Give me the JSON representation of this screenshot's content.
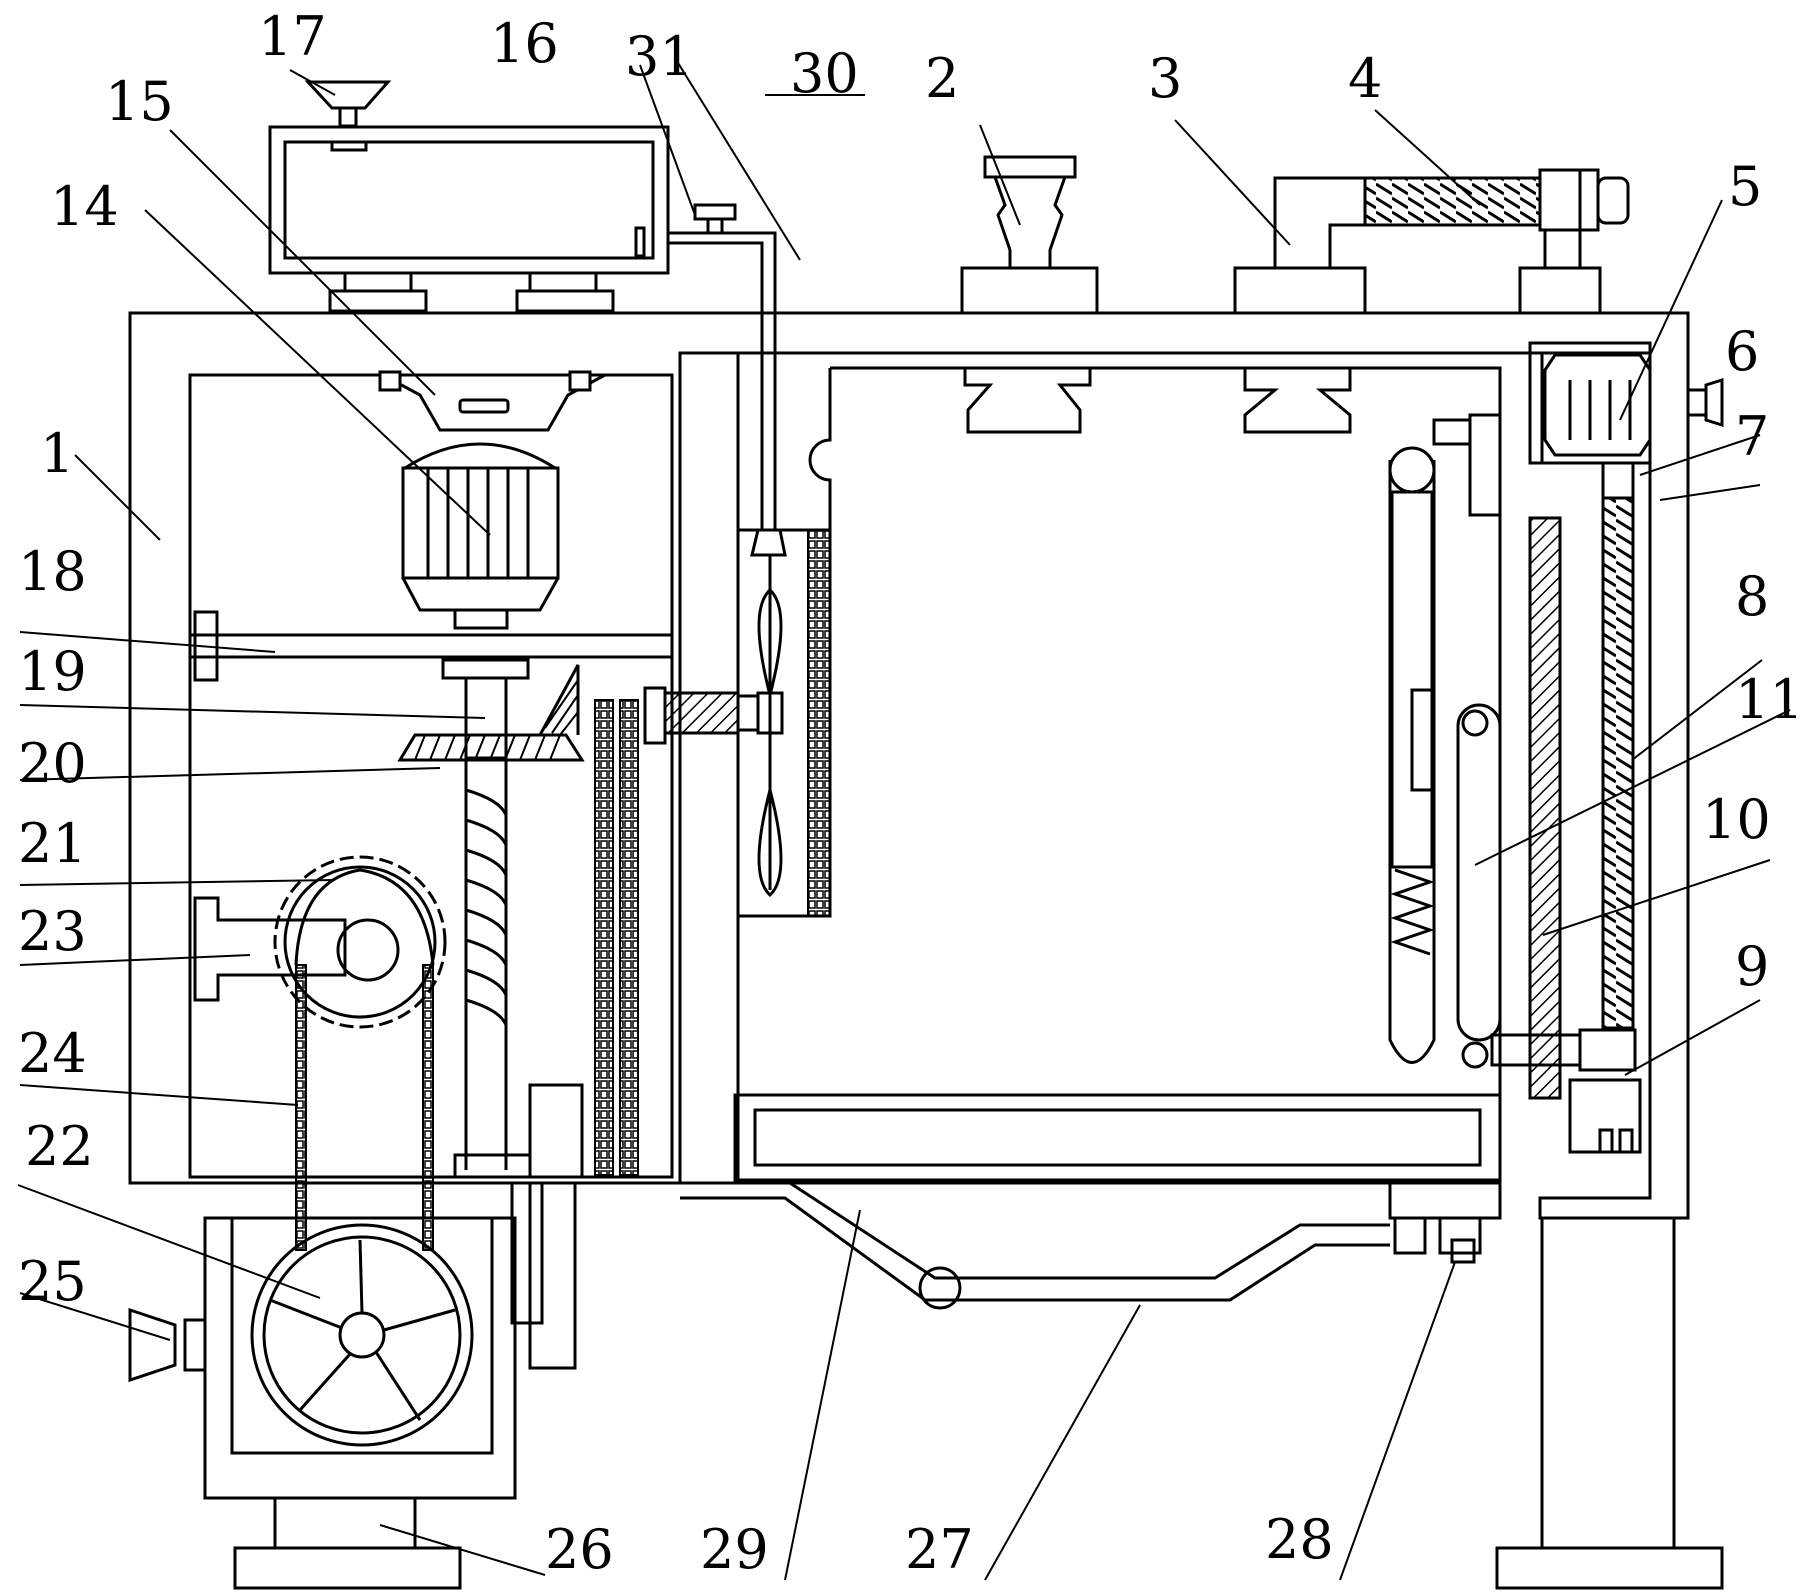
{
  "labels": [
    "1",
    "2",
    "3",
    "4",
    "5",
    "6",
    "7",
    "8",
    "9",
    "10",
    "11",
    "14",
    "15",
    "16",
    "17",
    "18",
    "19",
    "20",
    "21",
    "22",
    "23",
    "24",
    "25",
    "26",
    "27",
    "28",
    "29",
    "30",
    "31"
  ]
}
